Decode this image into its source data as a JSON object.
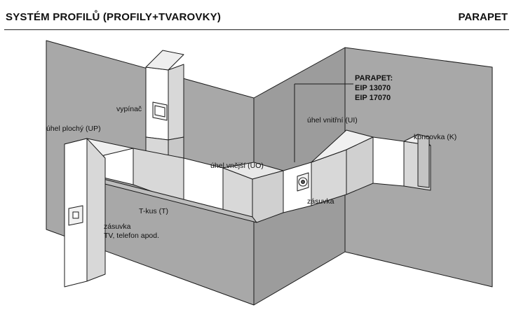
{
  "header": {
    "title": "SYSTÉM PROFILŮ (PROFILY+TVAROVKY)",
    "section": "PARAPET"
  },
  "labels": {
    "parapet_title": "PARAPET:",
    "parapet_code_1": "EIP 13070",
    "parapet_code_2": "EIP 17070",
    "switch": "vypínač",
    "flat_angle": "úhel plochý (UP)",
    "outer_angle": "úhel vnější  (UO)",
    "inner_angle": "úhel vnitřní  (UI)",
    "end_cap": "koncovka (K)",
    "t_piece": "T-kus (T)",
    "socket": "zásuvka",
    "socket_tv_1": "zásuvka",
    "socket_tv_2": "TV, telefon apod."
  },
  "colors": {
    "wall": "#a8a8a8",
    "trunking": "#ffffff",
    "trunking_shade": "#d8d8d8",
    "outline": "#1a1a1a"
  }
}
